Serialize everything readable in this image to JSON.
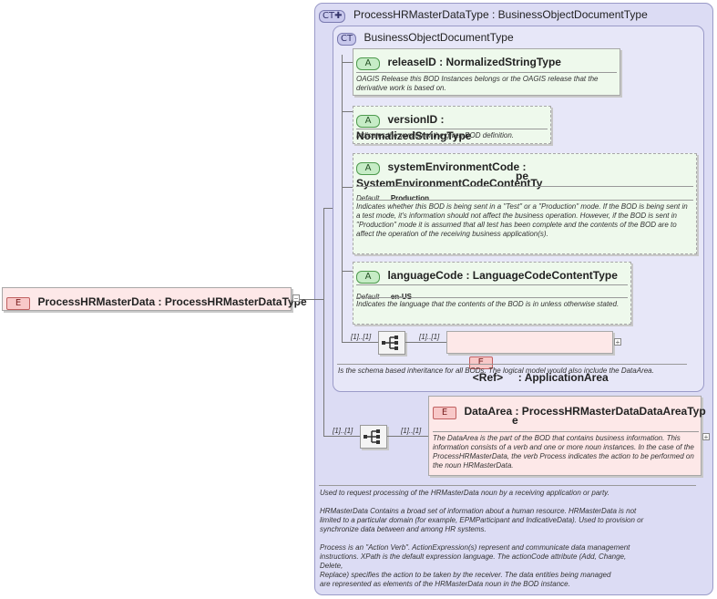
{
  "root": {
    "badge": "E",
    "label": "ProcessHRMasterData : ProcessHRMasterDataType",
    "toggle": "−"
  },
  "outer_type": {
    "badge": "CT",
    "label": "ProcessHRMasterDataType : BusinessObjectDocumentType"
  },
  "inner_type": {
    "badge": "CT",
    "label": "BusinessObjectDocumentType"
  },
  "attributes": [
    {
      "badge": "A",
      "label": "releaseID : NormalizedStringType",
      "doc": "OAGIS Release this BOD Instances belongs or the OAGIS release that the derivative work is based on."
    },
    {
      "badge": "A",
      "label": "versionID : NormalizedStringType",
      "doc": "Indicates the version of the given BOD definition."
    },
    {
      "badge": "A",
      "label_1": "systemEnvironmentCode : SystemEnvironmentCodeContentTy",
      "label_2": "pe",
      "default_label": "Default",
      "default_value": "Production",
      "doc": "Indicates whether this BOD is being sent in a \"Test\" or a \"Production\" mode. If the BOD is being sent in a test mode, it's information should not affect the business operation. However, if the BOD is sent in \"Production\" mode it is assumed that all test has been complete and the contents of the BOD are to affect the operation of the receiving business application(s)."
    },
    {
      "badge": "A",
      "label": "languageCode : LanguageCodeContentType",
      "default_label": "Default",
      "default_value": "en-US",
      "doc": "Indicates the language that the contents of the BOD is in unless otherwise stated."
    }
  ],
  "inner_sequence": {
    "card_left": "[1]..[1]",
    "card_right": "[1]..[1]"
  },
  "application_area": {
    "badge": "E",
    "label": "<Ref>     : ApplicationArea",
    "toggle": "+"
  },
  "inner_doc": "Is the schema based inheritance for all BODs. The logical model would also include the DataArea.",
  "outer_sequence": {
    "card_left": "[1]..[1]",
    "card_right": "[1]..[1]"
  },
  "data_area": {
    "badge": "E",
    "label_1": "DataArea : ProcessHRMasterDataDataAreaTyp",
    "label_2": "e",
    "toggle": "+",
    "doc": "The DataArea is the part of the BOD that contains business information. This information consists of a verb and one or more noun instances. In the case of the ProcessHRMasterData, the verb Process indicates the action to be performed on the noun HRMasterData."
  },
  "outer_doc": [
    "Used to request processing of the HRMasterData noun by a receiving application or party.",
    "",
    "HRMasterData  Contains a broad set of information about a human resource. HRMasterData is not",
    "limited to a particular domain (for example, EPMParticipant and IndicativeData). Used to provision or",
    "synchronize data between and among HR systems.",
    "",
    "Process is an \"Action Verb\". ActionExpression(s) represent and communicate data management",
    "instructions. XPath is the default expression language. The actionCode attribute (Add, Change,",
    "Delete,",
    "Replace) specifies the action to be taken by the receiver. The data entities being managed",
    "are represented as elements of the HRMasterData noun in the BOD instance."
  ],
  "colors": {
    "complex_type_bg": "#dcdcf4",
    "attribute_bg": "#eef9ec",
    "element_bg": "#fde8e8"
  }
}
